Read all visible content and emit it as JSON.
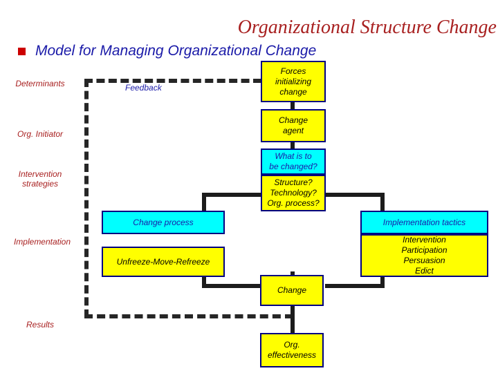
{
  "slide": {
    "title": "Organizational Structure Change",
    "subtitle": "Model for Managing Organizational Change",
    "bullet_icon": "red-square-bullet",
    "colors": {
      "title": "#a82020",
      "subtitle": "#1a1aa8",
      "bullet": "#cc0000",
      "box_fill_primary": "#ffff00",
      "box_fill_secondary": "#00ffff",
      "box_border": "#000080",
      "connector": "#1c1c1c",
      "stage_label": "#a82020",
      "background": "#ffffff"
    }
  },
  "stage_labels": [
    {
      "text": "Determinants"
    },
    {
      "text": "Org. Initiator"
    },
    {
      "text": "Intervention\nstrategies"
    },
    {
      "text": "Implementation"
    },
    {
      "text": "Results"
    }
  ],
  "feedback_label": "Feedback",
  "boxes": [
    {
      "id": "forces",
      "text": "Forces\ninitializing\nchange",
      "fill": "yellow"
    },
    {
      "id": "change-agent",
      "text": "Change\nagent",
      "fill": "yellow"
    },
    {
      "id": "what-changed",
      "text": "What is to\nbe changed?",
      "fill": "cyan"
    },
    {
      "id": "structure-options",
      "text": "Structure?\nTechnology?\nOrg. process?",
      "fill": "yellow"
    },
    {
      "id": "change-process",
      "text": "Change process",
      "fill": "cyan"
    },
    {
      "id": "unfreeze",
      "text": "Unfreeze-Move-Refreeze",
      "fill": "yellow"
    },
    {
      "id": "impl-tactics",
      "text": "Implementation tactics",
      "fill": "cyan"
    },
    {
      "id": "impl-list",
      "text": "Intervention\nParticipation\nPersuasion\nEdict",
      "fill": "yellow"
    },
    {
      "id": "change",
      "text": "Change",
      "fill": "yellow"
    },
    {
      "id": "org-effectiveness",
      "text": "Org.\neffectiveness",
      "fill": "yellow"
    }
  ]
}
